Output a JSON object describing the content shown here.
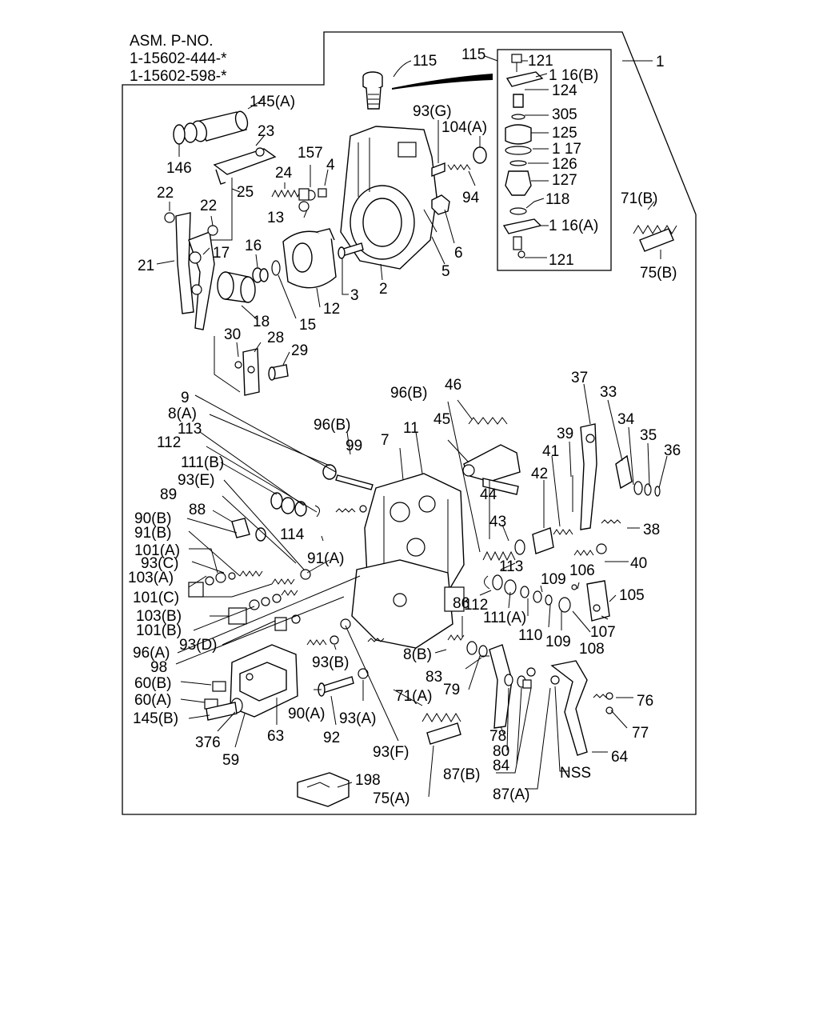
{
  "header": {
    "title": "ASM. P-NO.",
    "part_numbers": [
      "1-15602-444-*",
      "1-15602-598-*"
    ]
  },
  "callouts": {
    "c1": "1",
    "c2": "2",
    "c3": "3",
    "c4": "4",
    "c5": "5",
    "c6": "6",
    "c7": "7",
    "c8a": "8(A)",
    "c8b": "8(B)",
    "c9": "9",
    "c11": "11",
    "c12": "12",
    "c13": "13",
    "c15": "15",
    "c16": "16",
    "c17": "17",
    "c18": "18",
    "c21": "21",
    "c22a": "22",
    "c22b": "22",
    "c23": "23",
    "c24": "24",
    "c25": "25",
    "c28": "28",
    "c29": "29",
    "c30": "30",
    "c33": "33",
    "c34": "34",
    "c35": "35",
    "c36": "36",
    "c37": "37",
    "c38": "38",
    "c39": "39",
    "c40": "40",
    "c41": "41",
    "c42": "42",
    "c43": "43",
    "c44": "44",
    "c45": "45",
    "c46": "46",
    "c59": "59",
    "c60a": "60(A)",
    "c60b": "60(B)",
    "c63": "63",
    "c64": "64",
    "c71a": "71(A)",
    "c71b": "71(B)",
    "c75a": "75(A)",
    "c75b": "75(B)",
    "c76": "76",
    "c77": "77",
    "c78": "78",
    "c79": "79",
    "c80": "80",
    "c83": "83",
    "c84": "84",
    "c86": "86",
    "c87a": "87(A)",
    "c87b": "87(B)",
    "c88": "88",
    "c89": "89",
    "c90a": "90(A)",
    "c90b": "90(B)",
    "c91a": "91(A)",
    "c91b": "91(B)",
    "c92": "92",
    "c93a": "93(A)",
    "c93b": "93(B)",
    "c93c": "93(C)",
    "c93d": "93(D)",
    "c93e": "93(E)",
    "c93f": "93(F)",
    "c93g": "93(G)",
    "c94": "94",
    "c96a": "96(A)",
    "c96b1": "96(B)",
    "c96b2": "96(B)",
    "c98": "98",
    "c99": "99",
    "c101a": "101(A)",
    "c101b": "101(B)",
    "c101c": "101(C)",
    "c103a": "103(A)",
    "c103b": "103(B)",
    "c104a": "104(A)",
    "c105": "105",
    "c106": "106",
    "c107": "107",
    "c108": "108",
    "c109a": "109",
    "c109b": "109",
    "c110": "110",
    "c111a": "111(A)",
    "c111b": "111(B)",
    "c112a": "112",
    "c112b": "112",
    "c113a": "113",
    "c113b": "113",
    "c114": "114",
    "c115a": "115",
    "c115b": "115",
    "c116a": "1 16(A)",
    "c116b": "1 16(B)",
    "c117": "1 17",
    "c118": "118",
    "c121a": "121",
    "c121b": "121",
    "c124": "124",
    "c125": "125",
    "c126": "126",
    "c127": "127",
    "c145a": "145(A)",
    "c145b": "145(B)",
    "c146": "146",
    "c157": "157",
    "c198": "198",
    "c305": "305",
    "c376": "376",
    "cnss": "NSS"
  }
}
